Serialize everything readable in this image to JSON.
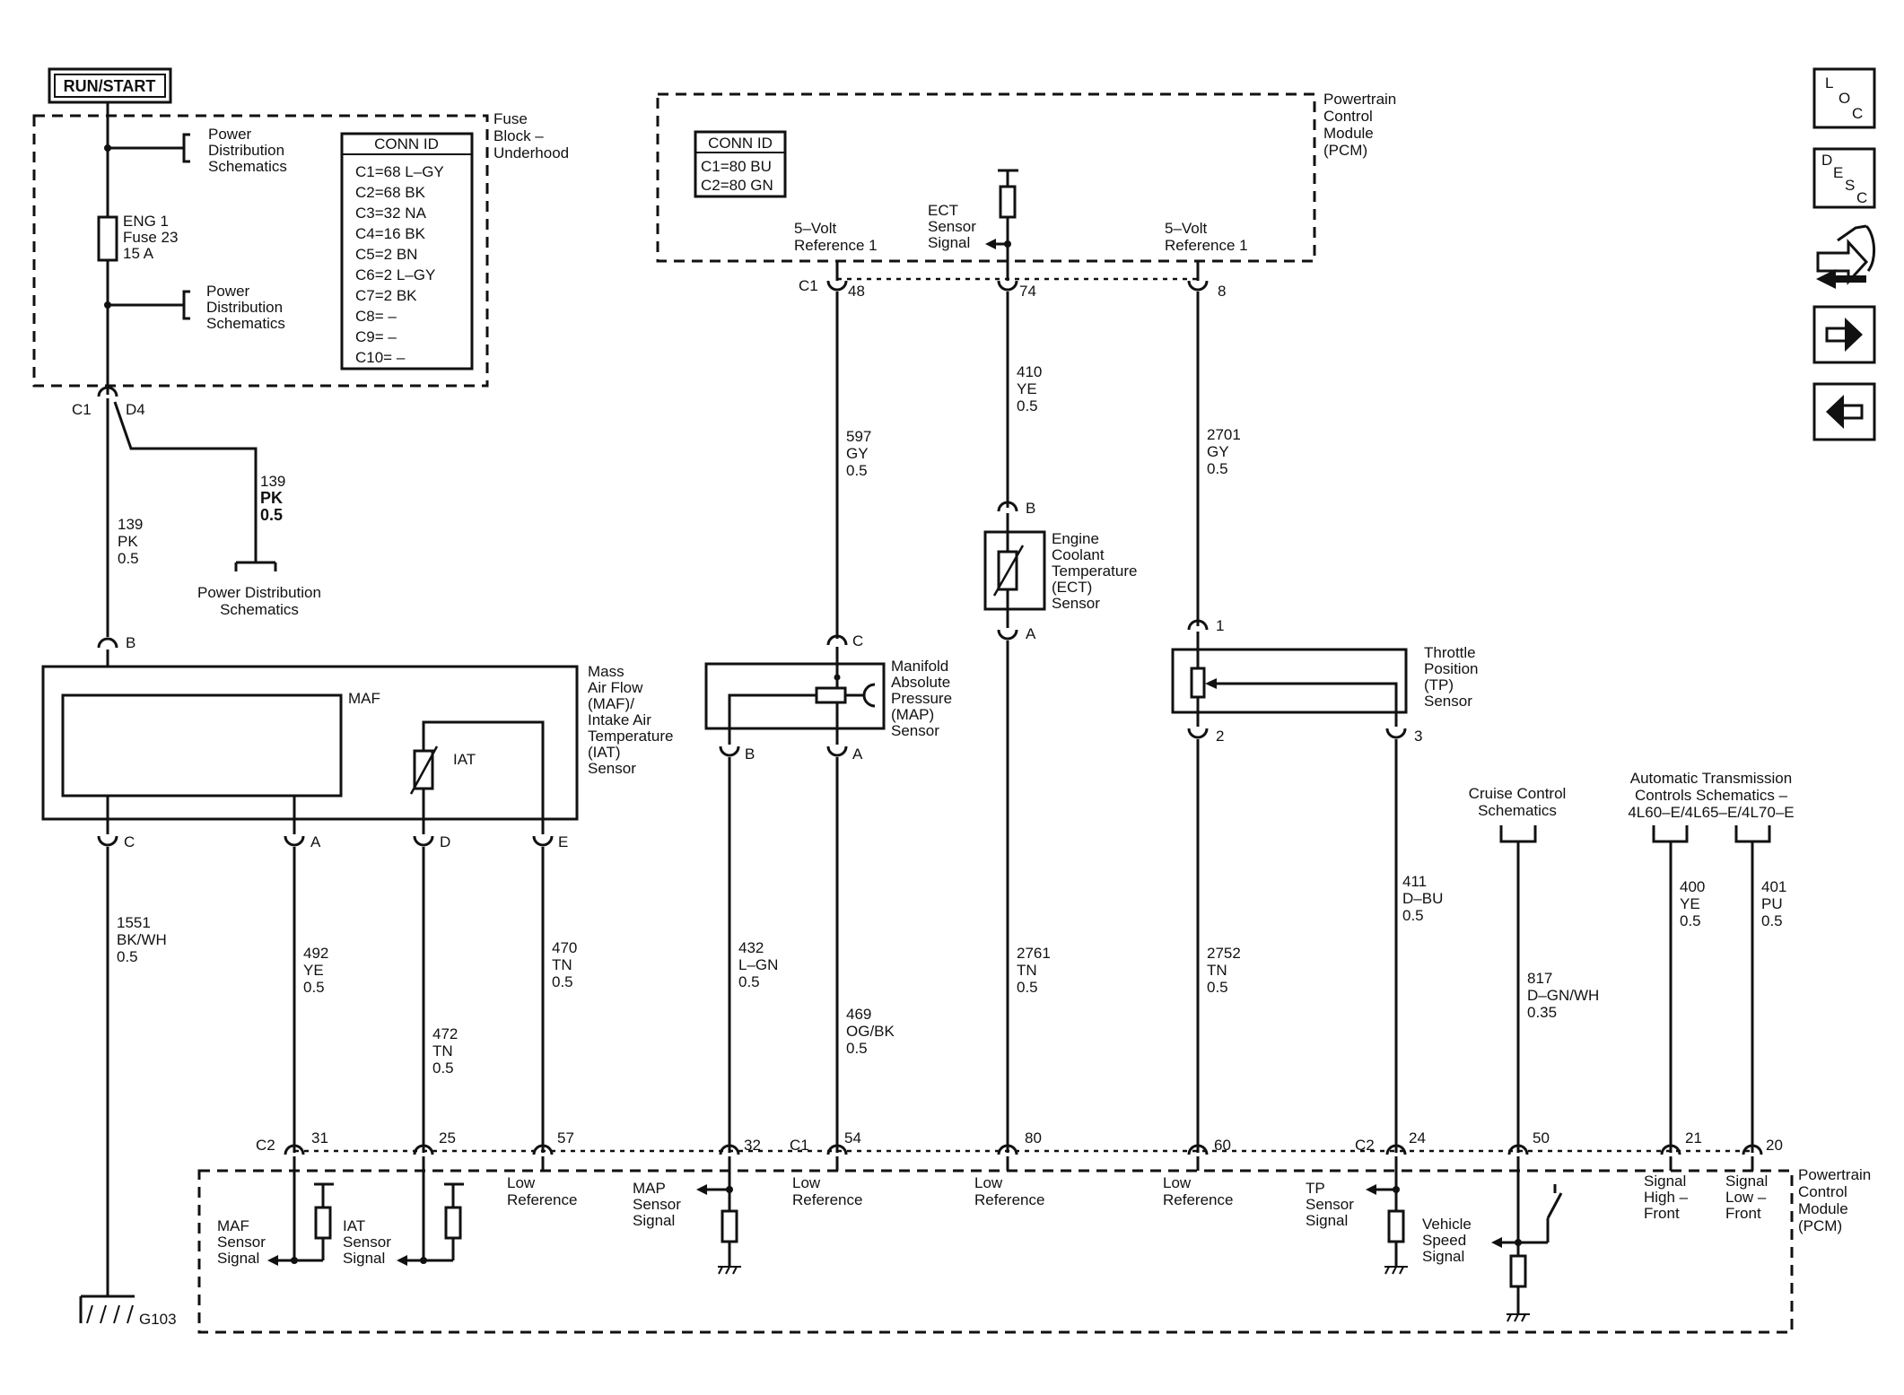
{
  "run_start": "RUN/START",
  "fuse_block": {
    "label": [
      "Fuse",
      "Block –",
      "Underhood"
    ],
    "pds_top": [
      "Power",
      "Distribution",
      "Schematics"
    ],
    "pds_mid": [
      "Power",
      "Distribution",
      "Schematics"
    ],
    "fuse": [
      "ENG 1",
      "Fuse 23",
      "15 A"
    ],
    "conn_title": "CONN ID",
    "conn_lines": [
      "C1=68 L–GY",
      "C2=68 BK",
      "C3=32 NA",
      "C4=16 BK",
      "C5=2 BN",
      "C6=2 L–GY",
      "C7=2 BK",
      "C8= –",
      "C9= –",
      "C10= –"
    ]
  },
  "pcm_top": {
    "label": [
      "Powertrain",
      "Control",
      "Module",
      "(PCM)"
    ],
    "conn_title": "CONN ID",
    "conn_lines": [
      "C1=80 BU",
      "C2=80 GN"
    ],
    "ref1": [
      "5–Volt",
      "Reference 1"
    ],
    "ect_signal": [
      "ECT",
      "Sensor",
      "Signal"
    ],
    "ref2": [
      "5–Volt",
      "Reference 1"
    ]
  },
  "pins": {
    "top_c1": "C1",
    "p48": "48",
    "p74": "74",
    "p8": "8",
    "c1": "C1",
    "d4": "D4",
    "maf_b": "B",
    "maf_c": "C",
    "maf_a": "A",
    "maf_d": "D",
    "maf_e": "E",
    "map_c": "C",
    "map_b": "B",
    "map_a": "A",
    "ect_b": "B",
    "ect_a": "A",
    "tp_1": "1",
    "tp_2": "2",
    "tp_3": "3",
    "bot_c2a": "C2",
    "p31": "31",
    "p25": "25",
    "p57": "57",
    "p32": "32",
    "bot_c1": "C1",
    "p54": "54",
    "p80": "80",
    "p60": "60",
    "bot_c2b": "C2",
    "p24": "24",
    "p50": "50",
    "p21": "21",
    "p20": "20"
  },
  "wires": {
    "w139a": [
      "139",
      "PK",
      "0.5"
    ],
    "w139b": [
      "139",
      "PK",
      "0.5"
    ],
    "w597": [
      "597",
      "GY",
      "0.5"
    ],
    "w410": [
      "410",
      "YE",
      "0.5"
    ],
    "w2701": [
      "2701",
      "GY",
      "0.5"
    ],
    "w1551": [
      "1551",
      "BK/WH",
      "0.5"
    ],
    "w492": [
      "492",
      "YE",
      "0.5"
    ],
    "w472": [
      "472",
      "TN",
      "0.5"
    ],
    "w470": [
      "470",
      "TN",
      "0.5"
    ],
    "w432": [
      "432",
      "L–GN",
      "0.5"
    ],
    "w469": [
      "469",
      "OG/BK",
      "0.5"
    ],
    "w2761": [
      "2761",
      "TN",
      "0.5"
    ],
    "w2752": [
      "2752",
      "TN",
      "0.5"
    ],
    "w411": [
      "411",
      "D–BU",
      "0.5"
    ],
    "w817": [
      "817",
      "D–GN/WH",
      "0.35"
    ],
    "w400": [
      "400",
      "YE",
      "0.5"
    ],
    "w401": [
      "401",
      "PU",
      "0.5"
    ]
  },
  "components": {
    "pds_bottom": [
      "Power Distribution",
      "Schematics"
    ],
    "maf_label": [
      "Mass",
      "Air Flow",
      "(MAF)/",
      "Intake Air",
      "Temperature",
      "(IAT)",
      "Sensor"
    ],
    "maf_inner": "MAF",
    "iat_inner": "IAT",
    "map_label": [
      "Manifold",
      "Absolute",
      "Pressure",
      "(MAP)",
      "Sensor"
    ],
    "ect_label": [
      "Engine",
      "Coolant",
      "Temperature",
      "(ECT)",
      "Sensor"
    ],
    "tp_label": [
      "Throttle",
      "Position",
      "(TP)",
      "Sensor"
    ],
    "cruise": [
      "Cruise Control",
      "Schematics"
    ],
    "trans": [
      "Automatic Transmission",
      "Controls Schematics –",
      "4L60–E/4L65–E/4L70–E"
    ]
  },
  "pcm_bottom": {
    "label": [
      "Powertrain",
      "Control",
      "Module",
      "(PCM)"
    ],
    "maf_sig": [
      "MAF",
      "Sensor",
      "Signal"
    ],
    "iat_sig": [
      "IAT",
      "Sensor",
      "Signal"
    ],
    "low_ref1": [
      "Low",
      "Reference"
    ],
    "map_sig": [
      "MAP",
      "Sensor",
      "Signal"
    ],
    "low_ref2": [
      "Low",
      "Reference"
    ],
    "low_ref3": [
      "Low",
      "Reference"
    ],
    "low_ref4": [
      "Low",
      "Reference"
    ],
    "tp_sig": [
      "TP",
      "Sensor",
      "Signal"
    ],
    "vss": [
      "Vehicle",
      "Speed",
      "Signal"
    ],
    "sig_high": [
      "Signal",
      "High –",
      "Front"
    ],
    "sig_low": [
      "Signal",
      "Low –",
      "Front"
    ]
  },
  "ground": "G103",
  "nav": {
    "loc": [
      "L",
      "O",
      "C"
    ],
    "desc": [
      "D",
      "E",
      "S",
      "C"
    ]
  }
}
